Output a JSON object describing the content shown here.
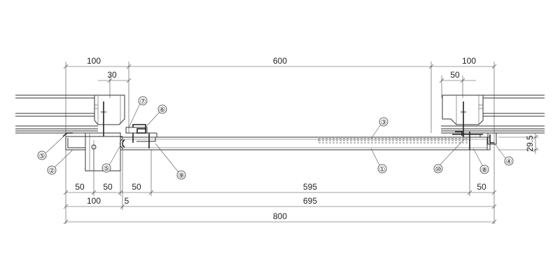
{
  "dimensions": {
    "top_left_100": "100",
    "top_600": "600",
    "top_right_100": "100",
    "top_left_30": "30",
    "top_right_50": "50",
    "bottom_50_a": "50",
    "bottom_50_b": "50",
    "bottom_50_c": "50",
    "bottom_595": "595",
    "bottom_50_d": "50",
    "bottom_100": "100",
    "bottom_5": "5",
    "bottom_695": "695",
    "bottom_800": "800",
    "right_29_5": "29.5"
  },
  "callouts": {
    "c1": "①",
    "c2": "②",
    "c3": "③",
    "c4": "④",
    "c5a": "⑤",
    "c5b": "⑤",
    "c6": "⑥",
    "c7": "⑦",
    "c8": "⑧",
    "c9": "⑨",
    "c10": "⑩"
  }
}
